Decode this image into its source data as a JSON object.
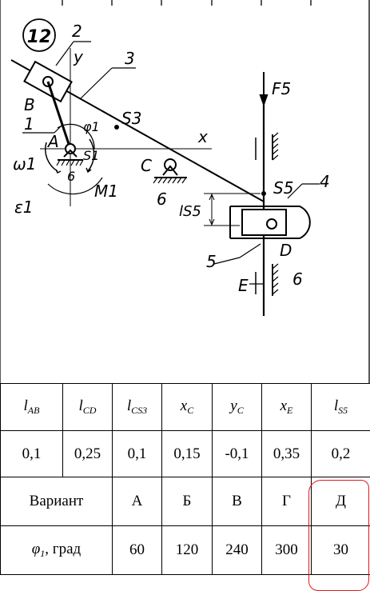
{
  "figure": {
    "number": "12",
    "labels": {
      "link2": "2",
      "axis_y": "y",
      "link3": "3",
      "point_b": "B",
      "s3": "S3",
      "link1": "1",
      "phi1": "φ1",
      "axis_x": "x",
      "point_a": "A",
      "s1": "S1",
      "point_c": "C",
      "omega1": "ω1",
      "ground_a": "6",
      "m1": "M1",
      "epsilon1": "ε1",
      "ground_c": "6",
      "ls5": "lS5",
      "force": "F5",
      "s5": "S5",
      "link4": "4",
      "point_d": "D",
      "link5": "5",
      "point_e": "E",
      "ground_e": "6"
    }
  },
  "table": {
    "headers": [
      {
        "main": "l",
        "sub": "AB"
      },
      {
        "main": "l",
        "sub": "CD"
      },
      {
        "main": "l",
        "sub": "CS3"
      },
      {
        "main": "x",
        "sub": "C"
      },
      {
        "main": "y",
        "sub": "C"
      },
      {
        "main": "x",
        "sub": "E"
      },
      {
        "main": "l",
        "sub": "S5"
      }
    ],
    "values": [
      "0,1",
      "0,25",
      "0,1",
      "0,15",
      "-0,1",
      "0,35",
      "0,2"
    ],
    "variant_label": "Вариант",
    "variants": [
      "А",
      "Б",
      "В",
      "Г",
      "Д"
    ],
    "angle_label_symbol": "φ",
    "angle_label_sub": "1",
    "angle_label_unit": ", град",
    "angles": [
      "60",
      "120",
      "240",
      "300",
      "30"
    ]
  },
  "colors": {
    "ink": "#000000",
    "highlight": "#e0191d"
  }
}
